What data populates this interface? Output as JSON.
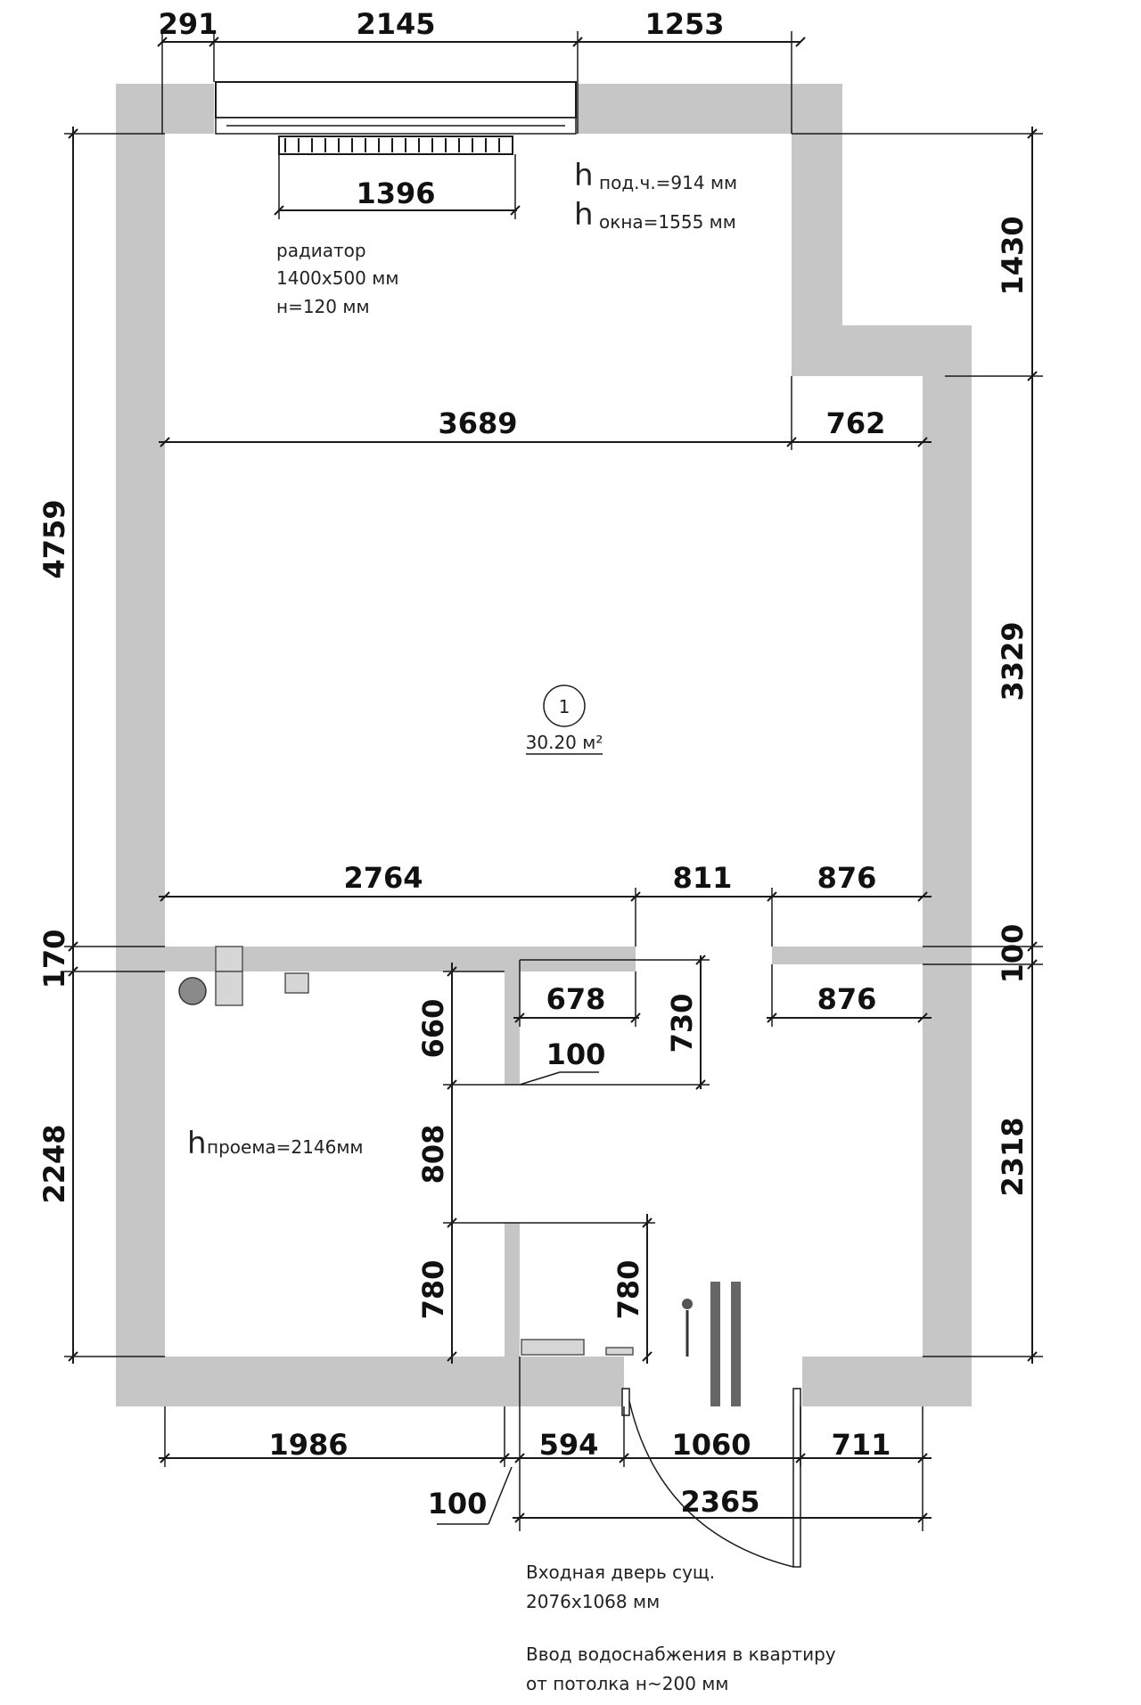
{
  "dimensions": {
    "top": [
      "291",
      "2145",
      "1253"
    ],
    "radiator_width": "1396",
    "mid_left": "3689",
    "mid_right": "762",
    "partition_left": "2764",
    "partition_opening": "811",
    "partition_right": "876",
    "left_upper": "4759",
    "left_lower": "2248",
    "left_partition": "170",
    "right_top": "1430",
    "right_mid": "3329",
    "right_partition": "100",
    "right_lower": "2318",
    "inner_678": "678",
    "inner_730": "730",
    "inner_876": "876",
    "inner_660": "660",
    "inner_100": "100",
    "inner_808": "808",
    "inner_780_left": "780",
    "inner_780_right": "780",
    "bottom": [
      "1986",
      "594",
      "1060",
      "711"
    ],
    "bottom_100": "100",
    "bottom_total": "2365"
  },
  "notes": {
    "sill_h": "h",
    "sill_label": "под.ч.=914 мм",
    "window_h": "h",
    "window_label": "окна=1555 мм",
    "radiator": [
      "радиатор",
      "1400х500 мм",
      "н=120 мм"
    ],
    "opening_h": "h",
    "opening_label": "проема=2146мм",
    "entrance_door": [
      "Входная дверь сущ.",
      "2076х1068 мм"
    ],
    "water_supply": [
      "Ввод водоснабжения в квартиру",
      "от потолка н~200 мм"
    ]
  },
  "room": {
    "number": "1",
    "area": "30.20 м²"
  }
}
